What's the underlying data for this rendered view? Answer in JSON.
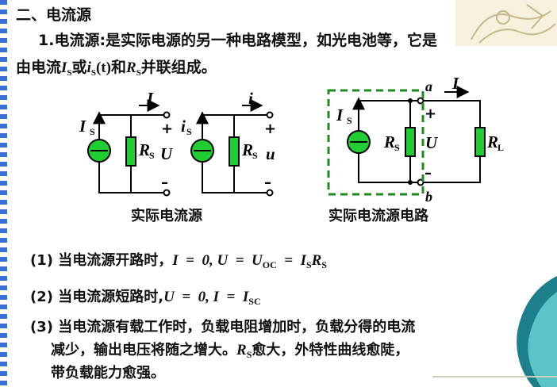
{
  "section": {
    "heading": "二、电流源"
  },
  "intro": {
    "line1": "1.电流源:是实际电源的另一种电路模型，如光电池等，它是",
    "line2_pre": "由电流",
    "line2_is": "I",
    "line2_s": "S",
    "line2_or": "或",
    "line2_it": "i",
    "line2_t": "(t)",
    "line2_and": "和",
    "line2_R": "R",
    "line2_end": "并联组成。"
  },
  "diagram": {
    "left_caption": "实际电流源",
    "right_caption": "实际电流源电路",
    "labels": {
      "I": "I",
      "i": "i",
      "IS": "I",
      "iS": "i",
      "S": "S",
      "R": "R",
      "U": "U",
      "u": "u",
      "plus": "+",
      "minus": "–",
      "a": "a",
      "b": "b",
      "RL": "R",
      "L": "L"
    },
    "colors": {
      "source_fill": "#22cc33",
      "dash": "#1f8a1f",
      "wire": "#000000"
    }
  },
  "points": {
    "p1_prefix": "(1) 当电流源开路时，",
    "p1_formula": "I  =  0, U  =  U",
    "p1_oc": "OC",
    "p1_eq": "  =  I",
    "p1_s1": "S",
    "p1_R": "R",
    "p1_s2": "S",
    "p2_prefix": "(2) 当电流源短路时,",
    "p2_formula": "U  =  0, I  =  I",
    "p2_sc": "SC",
    "p3_line1": "(3) 当电流源有载工作时，负载电阻增加时，负载分得的电流",
    "p3_line2_pre": "减少，输出电压将随之增大。",
    "p3_R": "R",
    "p3_S": "S",
    "p3_line2_post": "愈大，外特性曲线愈陡，",
    "p3_line3": "带负载能力愈强。"
  }
}
